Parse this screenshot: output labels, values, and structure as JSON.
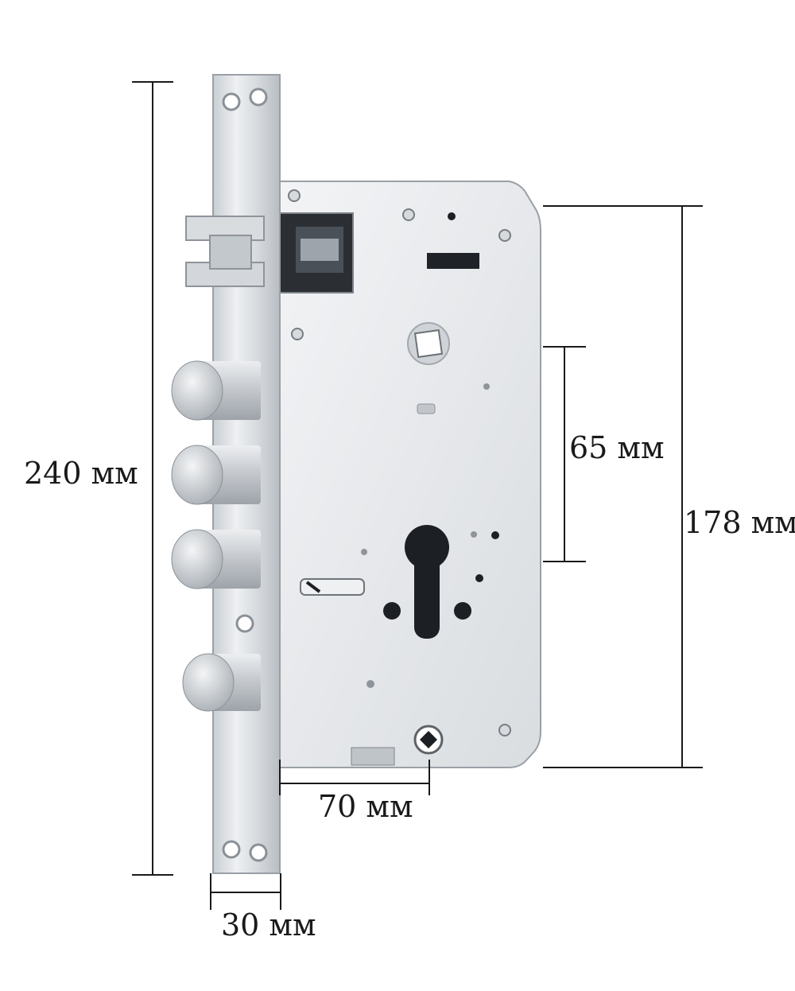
{
  "dimensions": {
    "overall_height": "240 мм",
    "body_height": "178 мм",
    "handle_to_cylinder": "65 мм",
    "backset": "70 мм",
    "faceplate_width": "30 мм"
  },
  "colors": {
    "backset_label": "#c4161c",
    "dimension_line": "#1a1a1a",
    "steel": "#dfe3e7"
  },
  "parts": [
    "faceplate",
    "latch-bolt",
    "deadbolts",
    "lock-case",
    "spindle-hole",
    "cylinder-hole",
    "screw-holes"
  ]
}
